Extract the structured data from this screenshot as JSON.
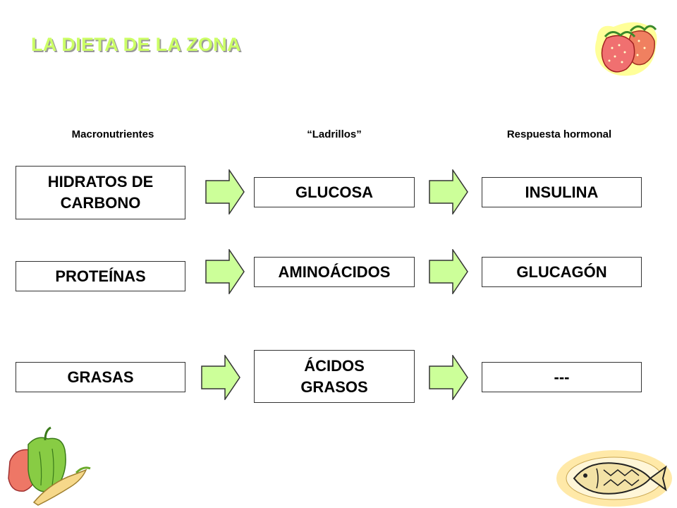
{
  "title": "LA DIETA DE LA ZONA",
  "headers": {
    "col1": "Macronutrientes",
    "col2": "“Ladrillos”",
    "col3": "Respuesta hormonal"
  },
  "rows": [
    {
      "macro": "HIDRATOS DE CARBONO",
      "brick": "GLUCOSA",
      "hormone": "INSULINA"
    },
    {
      "macro": "PROTEÍNAS",
      "brick": "AMINOÁCIDOS",
      "hormone": "GLUCAGÓN"
    },
    {
      "macro": "GRASAS",
      "brick": "ÁCIDOS GRASOS",
      "hormone": "---"
    }
  ],
  "colors": {
    "title": "#ccff66",
    "arrow_fill": "#ccff99",
    "box_border": "#333333"
  },
  "icons": [
    "strawberry-icon",
    "vegetables-icon",
    "fish-plate-icon",
    "right-arrow-icon"
  ]
}
